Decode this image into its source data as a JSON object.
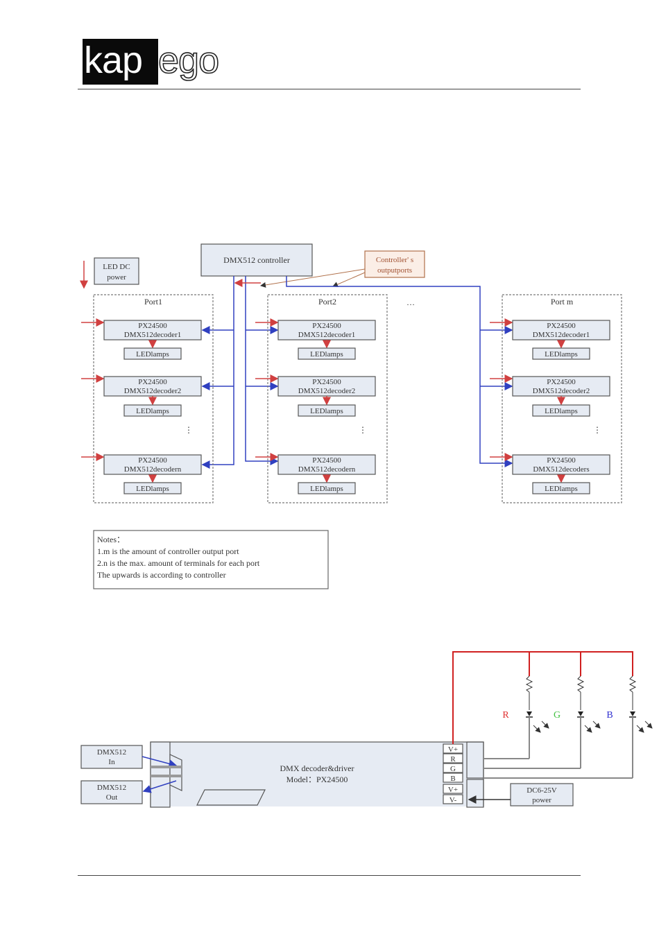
{
  "header": {
    "logo_left": "kap",
    "logo_right": "ego"
  },
  "diagram1": {
    "controller": "DMX512 controller",
    "led_power": [
      "LED DC",
      "power"
    ],
    "controller_callout": [
      "Controller' s",
      "outputports"
    ],
    "ellipsis": "…",
    "ports": [
      {
        "label": "Port1",
        "decoders": [
          [
            "PX24500",
            "DMX512decoder1"
          ],
          [
            "PX24500",
            "DMX512decoder2"
          ],
          [
            "PX24500",
            "DMX512decodern"
          ]
        ]
      },
      {
        "label": "Port2",
        "decoders": [
          [
            "PX24500",
            "DMX512decoder1"
          ],
          [
            "PX24500",
            "DMX512decoder2"
          ],
          [
            "PX24500",
            "DMX512decodern"
          ]
        ]
      },
      {
        "label": "Port m",
        "decoders": [
          [
            "PX24500",
            "DMX512decoder1"
          ],
          [
            "PX24500",
            "DMX512decoder2"
          ],
          [
            "PX24500",
            "DMX512decoders"
          ]
        ]
      }
    ],
    "lamp_label": "LEDlamps",
    "vdots": "⋮",
    "notes": [
      "Notes：",
      "1.m is the amount of controller output port",
      "2.n is the max. amount of terminals for each port",
      "The upwards is according to controller"
    ]
  },
  "diagram2": {
    "dmx_in": [
      "DMX512",
      "In"
    ],
    "dmx_out": [
      "DMX512",
      "Out"
    ],
    "driver": [
      "DMX decoder&driver",
      "Model：PX24500"
    ],
    "terminals": [
      "V+",
      "R",
      "G",
      "B",
      "V+",
      "V-"
    ],
    "power": [
      "DC6-25V",
      "power"
    ],
    "channels": [
      {
        "label": "R",
        "color": "#e03030"
      },
      {
        "label": "G",
        "color": "#40c040"
      },
      {
        "label": "B",
        "color": "#3030d0"
      }
    ]
  }
}
